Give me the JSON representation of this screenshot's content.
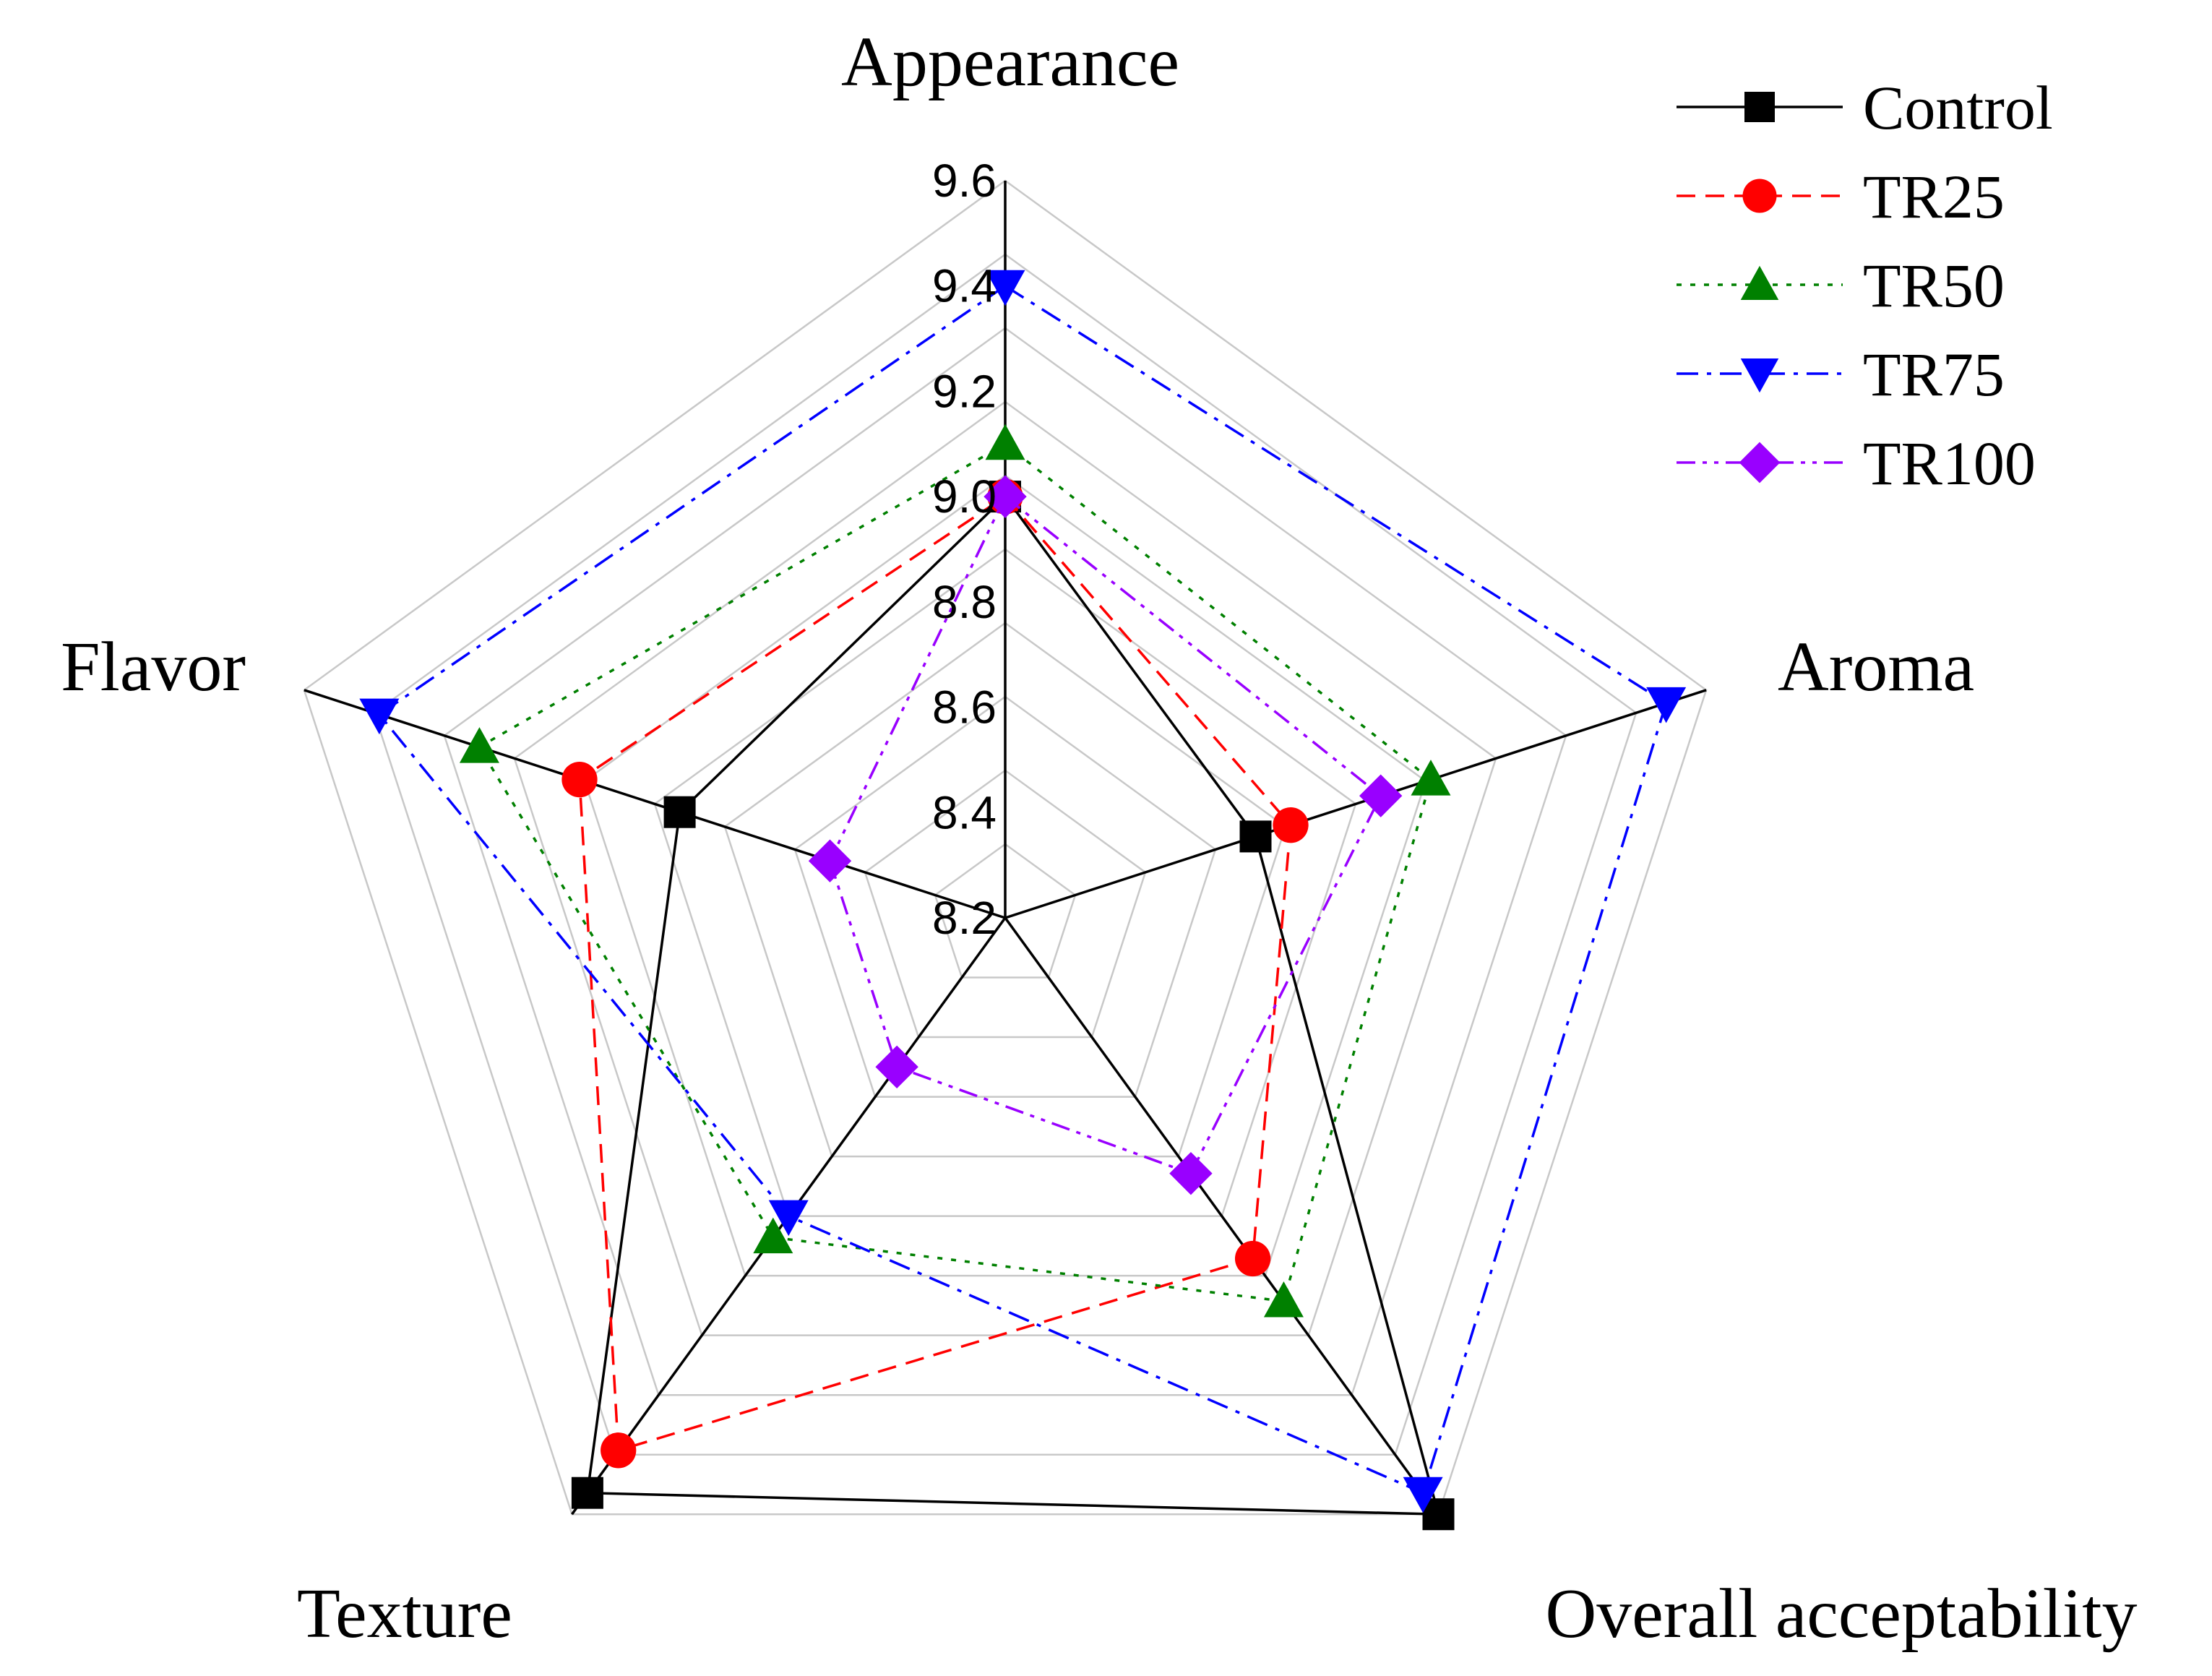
{
  "chart_data": {
    "type": "radar",
    "categories": [
      "Appearance",
      "Aroma",
      "Overall acceptability",
      "Texture",
      "Flavor"
    ],
    "r_range": [
      8.2,
      9.6
    ],
    "r_ticks": [
      "8.2",
      "8.4",
      "8.6",
      "8.8",
      "9.0",
      "9.2",
      "9.4",
      "9.6"
    ],
    "grid": true,
    "legend_position": "top-right",
    "series": [
      {
        "name": "Control",
        "values": [
          9.0,
          8.7,
          9.6,
          9.55,
          8.85
        ],
        "color": "#000000",
        "marker": "square",
        "line_style": "solid"
      },
      {
        "name": "TR25",
        "values": [
          9.0,
          8.77,
          9.0,
          9.45,
          9.05
        ],
        "color": "#ff0000",
        "marker": "circle",
        "line_style": "dashed"
      },
      {
        "name": "TR50",
        "values": [
          9.1,
          9.05,
          9.1,
          8.95,
          9.25
        ],
        "color": "#008000",
        "marker": "triangle-up",
        "line_style": "dotted"
      },
      {
        "name": "TR75",
        "values": [
          9.4,
          9.52,
          9.55,
          8.9,
          9.45
        ],
        "color": "#0000ff",
        "marker": "triangle-down",
        "line_style": "dash-dot"
      },
      {
        "name": "TR100",
        "values": [
          9.0,
          8.95,
          8.8,
          8.55,
          8.55
        ],
        "color": "#9900ff",
        "marker": "diamond",
        "line_style": "dash-dot-dot"
      }
    ]
  }
}
